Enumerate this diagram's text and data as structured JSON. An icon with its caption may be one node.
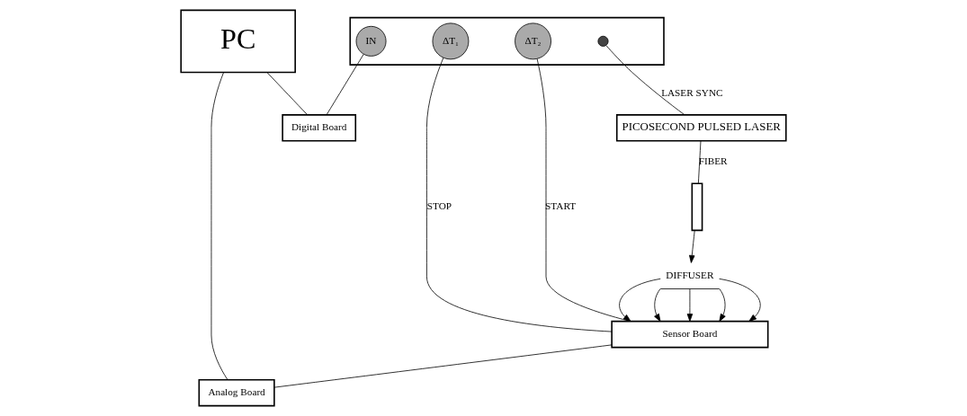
{
  "diagram": {
    "nodes": [
      {
        "text": [
          "PC"
        ]
      },
      {
        "text": [],
        "shape": "box"
      },
      {
        "text": [
          "IN"
        ],
        "in": 1
      },
      {
        "text": [],
        "shape": "circle",
        "in": 1
      },
      {
        "text": [
          "ΔT₁"
        ],
        "in": 1
      },
      {
        "text": [
          "ΔT₂"
        ],
        "in": 1
      },
      {
        "text": [
          "PICOSECOND PULSED LASER"
        ]
      },
      {
        "text": [],
        "shape": "bar"
      },
      {
        "text": [
          "DIFFUSER"
        ]
      },
      {
        "text": [
          "Digital Board"
        ]
      },
      {
        "text": [
          "Sensor Board"
        ]
      },
      {
        "text": [
          "Analog Board"
        ]
      }
    ],
    "edges": [
      {
        "from": 3,
        "to": 6,
        "arrow": "none",
        "label": "LASER SYNC"
      },
      {
        "from": 6,
        "to": 7,
        "arrow": "none",
        "label": "FIBER"
      },
      {
        "from": 7,
        "to": 8,
        "arrow": "to"
      },
      {
        "from": 8,
        "to": 10,
        "arrow": "to"
      },
      {
        "from": 8,
        "to": 10,
        "arrow": "to"
      },
      {
        "from": 8,
        "to": 10,
        "arrow": "to"
      },
      {
        "from": 8,
        "to": 10,
        "arrow": "to"
      },
      {
        "from": 8,
        "to": 10,
        "arrow": "to"
      },
      {
        "from": 2,
        "to": 9,
        "arrow": "none"
      },
      {
        "from": 0,
        "to": 9,
        "arrow": "none"
      },
      {
        "from": 5,
        "to": 10,
        "arrow": "none",
        "label": "START"
      },
      {
        "from": 4,
        "to": 10,
        "arrow": "none",
        "label": "STOP"
      },
      {
        "from": 0,
        "to": 11,
        "arrow": "none"
      },
      {
        "from": 10,
        "to": 11,
        "arrow": "none"
      }
    ]
  }
}
